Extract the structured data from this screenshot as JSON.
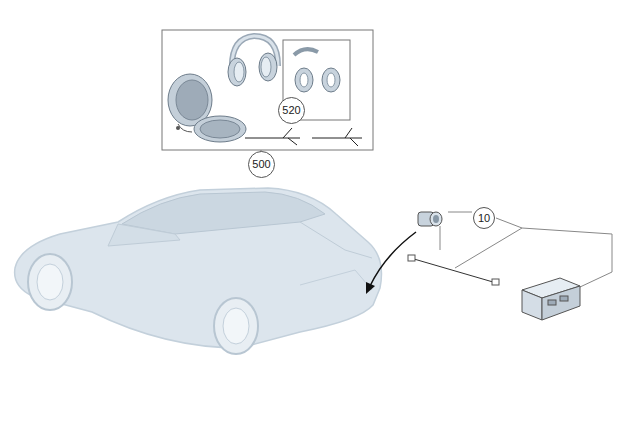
{
  "diagram": {
    "nodes": [
      {
        "text": [
          "520"
        ]
      },
      {
        "text": [
          "500"
        ]
      },
      {
        "text": [
          "10"
        ]
      }
    ]
  }
}
